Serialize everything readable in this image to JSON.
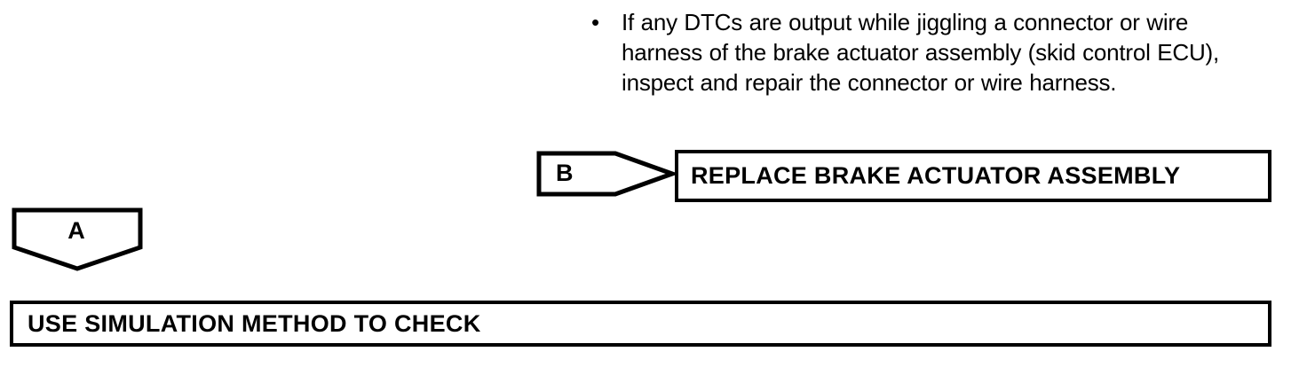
{
  "document": {
    "type": "troubleshooting-flowchart",
    "background_color": "#ffffff",
    "line_color": "#000000"
  },
  "note": {
    "bullet_glyph": "•",
    "text": "If any DTCs are output while jiggling a connector or wire harness of the brake actuator assembly (skid control ECU), inspect and repair the connector or wire harness."
  },
  "connectors": [
    {
      "id": "connector-b",
      "label": "B",
      "direction": "right"
    },
    {
      "id": "connector-a",
      "label": "A",
      "direction": "down"
    }
  ],
  "boxes": [
    {
      "id": "box-replace",
      "label": "REPLACE BRAKE ACTUATOR ASSEMBLY"
    },
    {
      "id": "box-simulation",
      "label": "USE SIMULATION METHOD TO CHECK"
    }
  ]
}
